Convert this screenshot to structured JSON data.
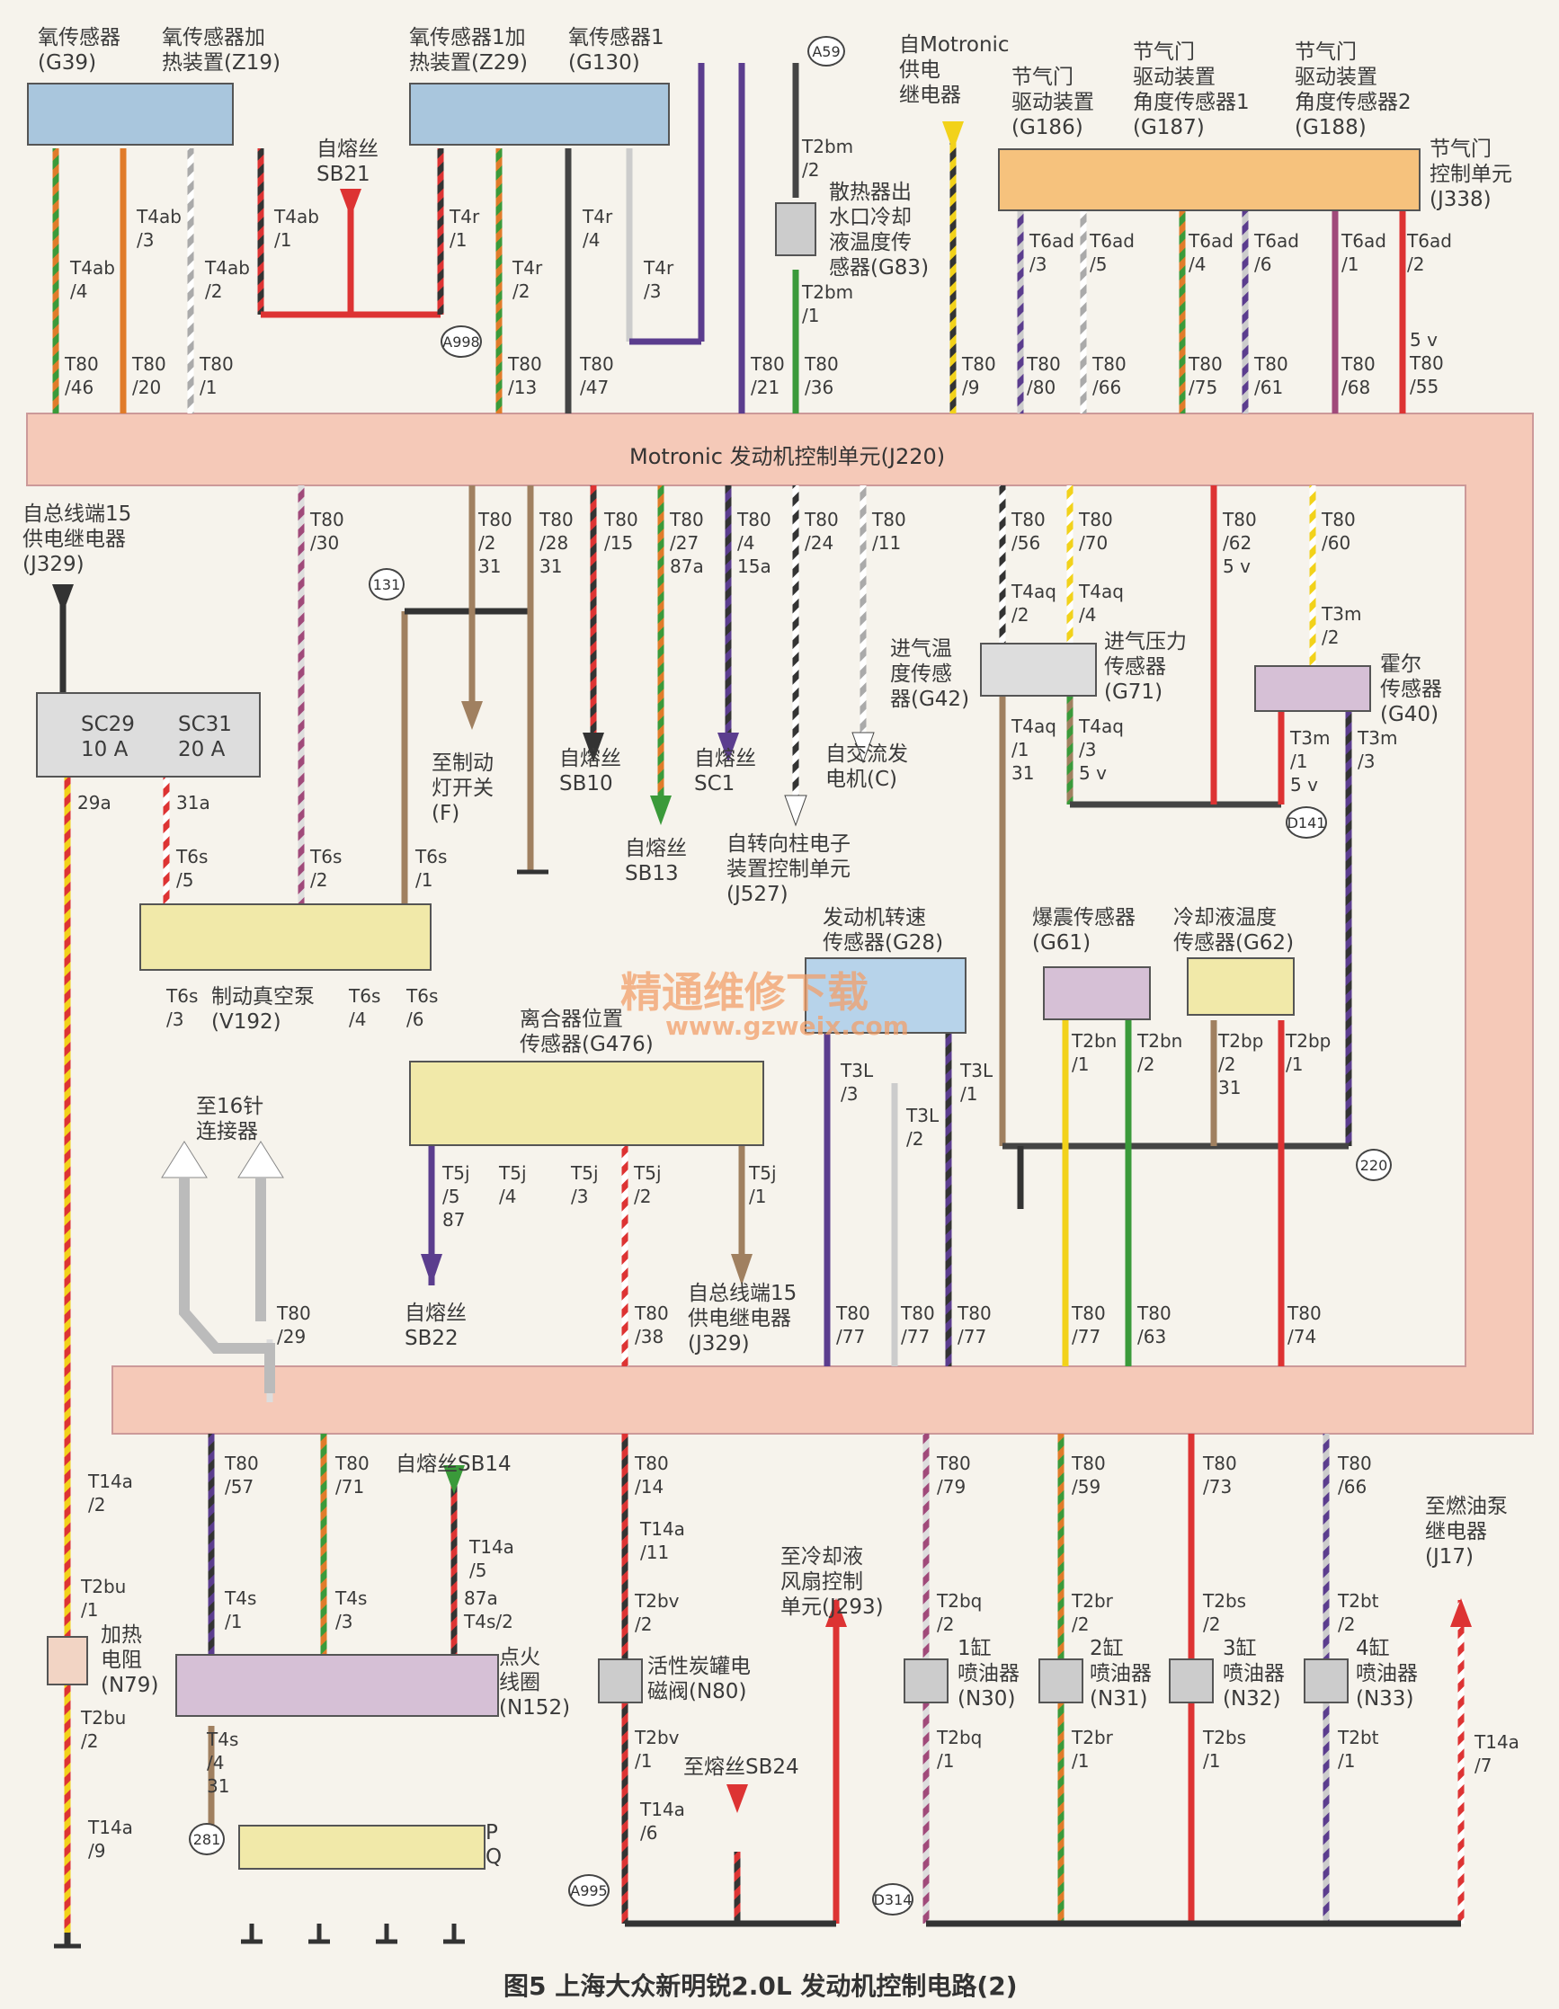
{
  "caption": "图5 上海大众新明锐2.0L 发动机控制电路(2)",
  "ecu_label": "Motronic 发动机控制单元(J220)",
  "watermark": {
    "cn": "精通维修下载",
    "url": "www.gzweix.com"
  },
  "components": {
    "g39": "氧传感器\n(G39)",
    "z19": "氧传感器加\n热装置(Z19)",
    "z29": "氧传感器1加\n热装置(Z29)",
    "g130": "氧传感器1\n(G130)",
    "sb21": "自熔丝\nSB21",
    "g83": "散热器出\n水口冷却\n液温度传\n感器(G83)",
    "motronic_relay": "自Motronic\n供电\n继电器",
    "g186": "节气门\n驱动装置\n(G186)",
    "g187": "节气门\n驱动装置\n角度传感器1\n(G187)",
    "g188": "节气门\n驱动装置\n角度传感器2\n(G188)",
    "j338": "节气门\n控制单元\n(J338)",
    "j329_top": "自总线端15\n供电继电器\n(J329)",
    "brake_switch": "至制动\n灯开关\n(F)",
    "sb10": "自熔丝\nSB10",
    "sb13": "自熔丝\nSB13",
    "sc1": "自熔丝\nSC1",
    "j527": "自转向柱电子\n装置控制单元\n(J527)",
    "alternator": "自交流发\n电机(C)",
    "g42": "进气温\n度传感\n器(G42)",
    "g71": "进气压力\n传感器\n(G71)",
    "g40": "霍尔\n传感器\n(G40)",
    "v192": "制动真空泵\n(V192)",
    "g28": "发动机转速\n传感器(G28)",
    "g61": "爆震传感器\n(G61)",
    "g62": "冷却液温度\n传感器(G62)",
    "g476": "离合器位置\n传感器(G476)",
    "sb22": "自熔丝\nSB22",
    "j329_mid": "自总线端15\n供电继电器\n(J329)",
    "conn16": "至16针\n连接器",
    "sb14": "自熔丝SB14",
    "n79": "加热\n电阻\n(N79)",
    "n152": "点火\n线圈\n(N152)",
    "n80": "活性炭罐电\n磁阀(N80)",
    "j293": "至冷却液\n风扇控制\n单元(J293)",
    "sb24": "至熔丝SB24",
    "n30": "1缸\n喷油器\n(N30)",
    "n31": "2缸\n喷油器\n(N31)",
    "n32": "3缸\n喷油器\n(N32)",
    "n33": "4缸\n喷油器\n(N33)",
    "j17": "至燃油泵\n继电器\n(J17)"
  },
  "fuses": {
    "sc29": "SC29\n10 A",
    "sc31": "SC31\n20 A"
  },
  "nodes": [
    "A59",
    "A998",
    "131",
    "D141",
    "220",
    "281",
    "A995",
    "D314"
  ],
  "pq": [
    "P",
    "Q"
  ],
  "pins": [
    "T4ab\n/4",
    "T4ab\n/3",
    "T4ab\n/2",
    "T4ab\n/1",
    "T80\n/46",
    "T80\n/20",
    "T80\n/1",
    "T4r\n/1",
    "T4r\n/2",
    "T4r\n/4",
    "T4r\n/3",
    "T80\n/13",
    "T80\n/47",
    "T2bm\n/2",
    "T2bm\n/1",
    "T80\n/21",
    "T80\n/36",
    "T80\n/9",
    "T6ad\n/3",
    "T6ad\n/5",
    "T6ad\n/4",
    "T6ad\n/6",
    "T6ad\n/1",
    "T6ad\n/2",
    "T80\n/80",
    "T80\n/66",
    "T80\n/75",
    "T80\n/61",
    "T80\n/68",
    "5 v\nT80\n/55",
    "T80\n/30",
    "T80\n/2\n31",
    "T80\n/28\n31",
    "T80\n/15",
    "T80\n/27\n87a",
    "T80\n/4\n15a",
    "T80\n/24",
    "T80\n/11",
    "T80\n/56",
    "T80\n/70",
    "T4aq\n/2",
    "T4aq\n/4",
    "T4aq\n/1\n31",
    "T4aq\n/3\n5 v",
    "T80\n/62\n5 v",
    "T80\n/60",
    "T3m\n/2",
    "T3m\n/1\n5 v",
    "T3m\n/3",
    "29a",
    "31a",
    "T6s\n/5",
    "T6s\n/2",
    "T6s\n/1",
    "T6s\n/3",
    "T6s\n/4",
    "T6s\n/6",
    "T3L\n/3",
    "T3L\n/2",
    "T3L\n/1",
    "T2bn\n/1",
    "T2bn\n/2",
    "T2bp\n/2\n31",
    "T2bp\n/1",
    "T5j\n/5\n87",
    "T5j\n/4",
    "T5j\n/3",
    "T5j\n/2",
    "T5j\n/1",
    "T80\n/29",
    "T80\n/38",
    "T80\n/77",
    "T80\n/77",
    "T80\n/77",
    "T80\n/77",
    "T80\n/63",
    "T80\n/74",
    "T14a\n/2",
    "T2bu\n/1",
    "T2bu\n/2",
    "T14a\n/9",
    "T80\n/57",
    "T80\n/71",
    "T4s\n/1",
    "T4s\n/3",
    "T14a\n/5",
    "87a\nT4s/2",
    "T4s\n/4\n31",
    "T80\n/14",
    "T14a\n/11",
    "T2bv\n/2",
    "T2bv\n/1",
    "T14a\n/6",
    "T80\n/79",
    "T80\n/59",
    "T80\n/73",
    "T80\n/66",
    "T2bq\n/2",
    "T2br\n/2",
    "T2bs\n/2",
    "T2bt\n/2",
    "T2bq\n/1",
    "T2br\n/1",
    "T2bs\n/1",
    "T2bt\n/1",
    "T14a\n/7"
  ]
}
